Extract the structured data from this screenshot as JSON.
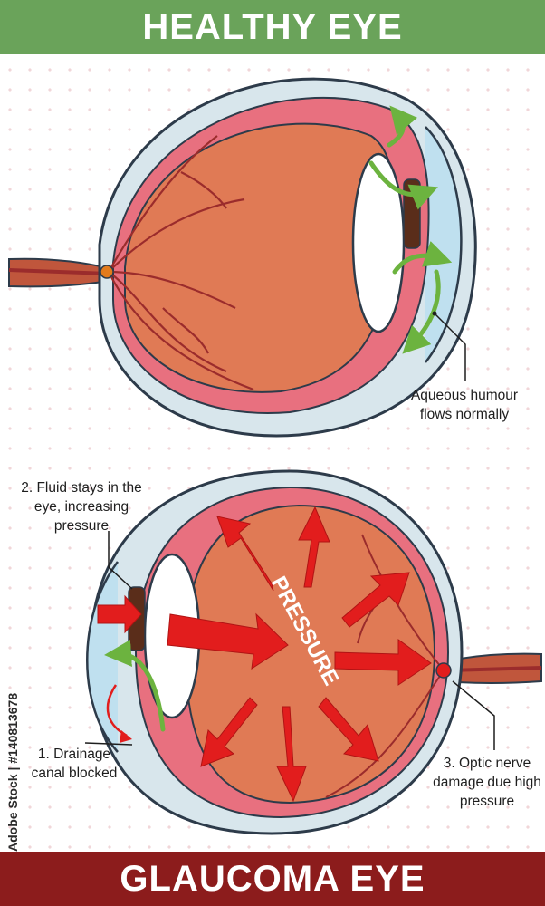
{
  "header": {
    "title": "HEALTHY EYE"
  },
  "footer": {
    "title": "GLAUCOMA EYE"
  },
  "healthy_eye": {
    "annotation": "Aqueous humour flows normally"
  },
  "glaucoma_eye": {
    "center_text": "PRESSURE",
    "annotations": {
      "fluid": "2. Fluid stays in the eye, increasing pressure",
      "drainage": "1. Drainage canal blocked",
      "optic": "3. Optic nerve damage due high pressure"
    }
  },
  "watermark": {
    "stock_id": "Adobe Stock | #140813678"
  },
  "colors": {
    "healthy_banner": "#6aa35a",
    "glaucoma_banner": "#8c1c1c",
    "eyeball_fill": "#e07a55",
    "sclera_outline": "#2d3b4a",
    "pressure_arrow": "#e21d1d",
    "flow_arrow": "#6cb33f"
  }
}
